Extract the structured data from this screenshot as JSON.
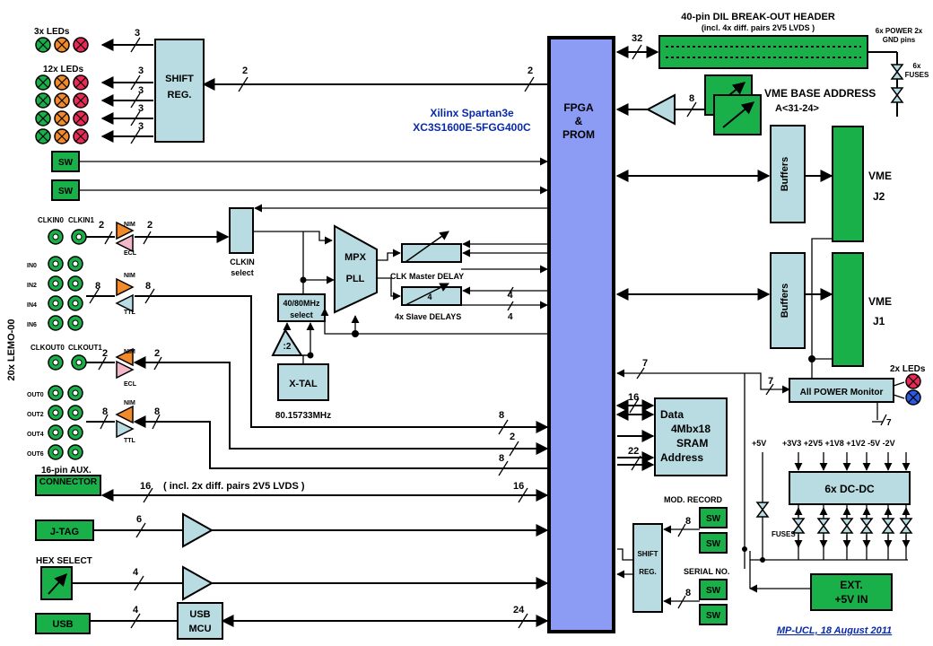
{
  "fpga": {
    "line1": "FPGA",
    "line2": "&",
    "line3": "PROM"
  },
  "chip": {
    "family": "Xilinx Spartan3e",
    "part": "XC3S1600E-5FGG400C"
  },
  "header": {
    "title": "40-pin DIL BREAK-OUT HEADER",
    "subtitle": "(incl. 4x diff. pairs 2V5 LVDS )",
    "power_a": "6x POWER 2x",
    "power_b": "GND pins",
    "fuses_a": "6x",
    "fuses_b": "FUSES",
    "bus": "32"
  },
  "vme_addr": {
    "title": "VME BASE ADDRESS",
    "range": "A<31-24>",
    "bus": "8"
  },
  "leds": {
    "top": "3x LEDs",
    "twelve": "12x LEDs",
    "two": "2x LEDs"
  },
  "shift_reg": {
    "line1": "SHIFT",
    "line2": "REG.",
    "bus_in": "2",
    "bus_fpga": "2",
    "n1": "3",
    "n2": "3",
    "n3": "3",
    "n4": "3",
    "n5": "3"
  },
  "sw": {
    "a": "SW",
    "b": "SW",
    "c": "SW",
    "d": "SW",
    "e": "SW",
    "f": "SW"
  },
  "buffers": {
    "a": "Buffers",
    "b": "Buffers"
  },
  "vme": {
    "j2_a": "VME",
    "j2_b": "J2",
    "j1_a": "VME",
    "j1_b": "J1"
  },
  "clock": {
    "clkin0": "CLKIN0",
    "clkin1": "CLKIN1",
    "nim": "NIM",
    "ecl": "ECL",
    "ttl": "TTL",
    "clkin_sel_a": "CLKIN",
    "clkin_sel_b": "select",
    "mpx_a": "MPX",
    "mpx_b": "PLL",
    "master": "CLK Master DELAY",
    "slave": "4x Slave DELAYS",
    "slave_n": "4",
    "osc_a": "40/80MHz",
    "osc_b": "select",
    "div": ":2",
    "xtal": "X-TAL",
    "freq": "80.15733MHz",
    "clkout0": "CLKOUT0",
    "clkout1": "CLKOUT1",
    "n2": "2",
    "n8": "8",
    "n4": "4"
  },
  "lemo": {
    "label": "20x LEMO-00",
    "in0": "IN0",
    "in2": "IN2",
    "in4": "IN4",
    "in6": "IN6",
    "out0": "OUT0",
    "out2": "OUT2",
    "out4": "OUT4",
    "out6": "OUT6"
  },
  "aux": {
    "line1": "16-pin AUX.",
    "line2": "CONNECTOR",
    "bus": "16",
    "bus2": "16",
    "note": "( incl. 2x diff. pairs 2V5 LVDS )"
  },
  "jtag": {
    "label": "J-TAG",
    "bus": "6"
  },
  "hex": {
    "label": "HEX SELECT",
    "bus": "4"
  },
  "usb": {
    "label": "USB",
    "mcu_a": "USB",
    "mcu_b": "MCU",
    "bus_a": "4",
    "bus_b": "24"
  },
  "sram": {
    "line1": "Data",
    "line2": "4Mbx18",
    "line3": "SRAM",
    "line4": "Address",
    "bus_a": "16",
    "bus_b": "22"
  },
  "power_mon": {
    "label": "All POWER Monitor",
    "bus": "7",
    "bus2": "7",
    "bus3": "7"
  },
  "dcdc": {
    "label": "6x  DC-DC",
    "rails": "+3V3 +2V5 +1V8 +1V2 -5V -2V",
    "p5": "+5V",
    "fuses": "FUSES"
  },
  "ext": {
    "line1": "EXT.",
    "line2": "+5V IN"
  },
  "mod": {
    "record": "MOD. RECORD",
    "serial": "SERIAL NO.",
    "n8a": "8",
    "n8b": "8",
    "sr_a": "SHIFT",
    "sr_b": "REG."
  },
  "nums": {
    "n8": "8",
    "n2": "2"
  },
  "footer": "MP-UCL,  18 August 2011"
}
